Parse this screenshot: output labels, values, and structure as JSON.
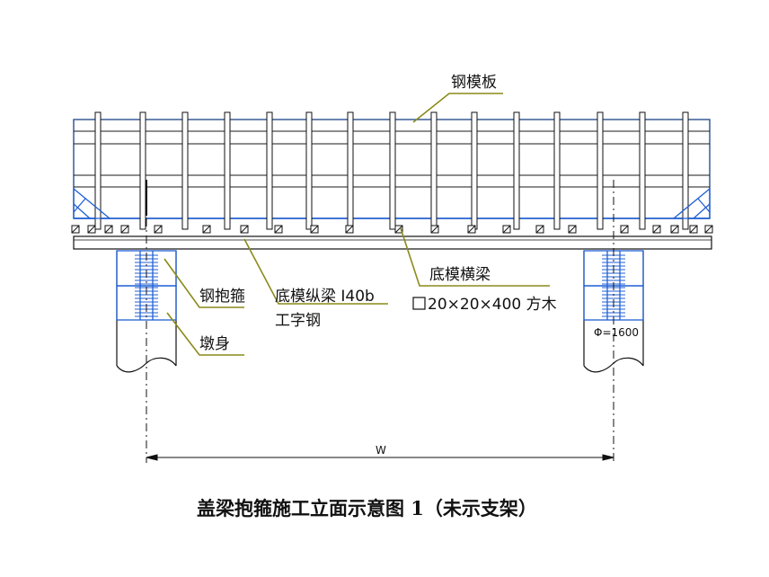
{
  "labels": {
    "steel_formwork": "钢模板",
    "bottom_transverse": "底模横梁",
    "timber": "20×20×400 方木",
    "steel_hoop": "钢抱箍",
    "longitudinal": "底模纵梁 I40b",
    "i_beam": "工字钢",
    "pier": "墩身",
    "diameter": "Φ=1600",
    "width": "W"
  },
  "caption": "盖梁抱箍施工立面示意图 1（未示支架）",
  "colors": {
    "line": "#111111",
    "blue": "#1f5fd6",
    "leader": "#8a8a1a"
  }
}
